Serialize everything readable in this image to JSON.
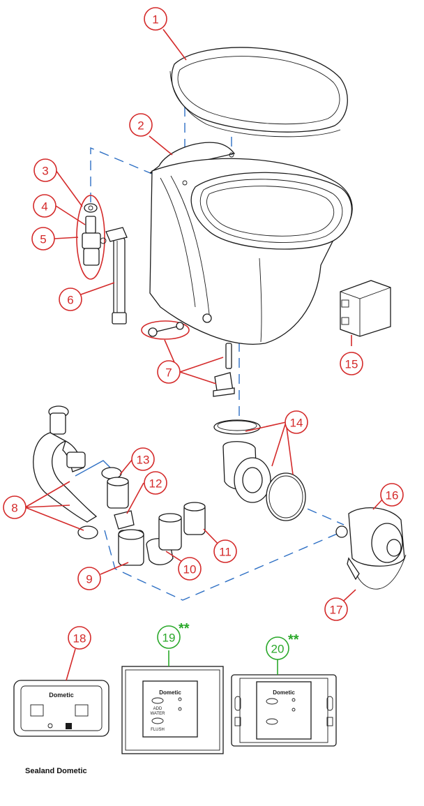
{
  "caption": "Sealand Dometic",
  "callouts": [
    {
      "id": "1",
      "label": "1"
    },
    {
      "id": "2",
      "label": "2"
    },
    {
      "id": "3",
      "label": "3"
    },
    {
      "id": "4",
      "label": "4"
    },
    {
      "id": "5",
      "label": "5"
    },
    {
      "id": "6",
      "label": "6"
    },
    {
      "id": "7",
      "label": "7"
    },
    {
      "id": "8",
      "label": "8"
    },
    {
      "id": "9",
      "label": "9"
    },
    {
      "id": "10",
      "label": "10"
    },
    {
      "id": "11",
      "label": "11"
    },
    {
      "id": "12",
      "label": "12"
    },
    {
      "id": "13",
      "label": "13"
    },
    {
      "id": "14",
      "label": "14"
    },
    {
      "id": "15",
      "label": "15"
    },
    {
      "id": "16",
      "label": "16"
    },
    {
      "id": "17",
      "label": "17"
    },
    {
      "id": "18",
      "label": "18"
    },
    {
      "id": "19",
      "label": "19"
    },
    {
      "id": "20",
      "label": "20"
    }
  ],
  "marker": "**",
  "panels": {
    "p18": {
      "brand": "Dometic"
    },
    "p19": {
      "brand": "Dometic",
      "add_water_1": "ADD",
      "add_water_2": "WATER",
      "flush": "FLUSH"
    },
    "p20": {
      "brand": "Dometic"
    }
  },
  "colors": {
    "callout": "#d42a2a",
    "callout_new": "#2aa82a",
    "connector": "#2d6fc4",
    "line": "#1a1a1a"
  }
}
